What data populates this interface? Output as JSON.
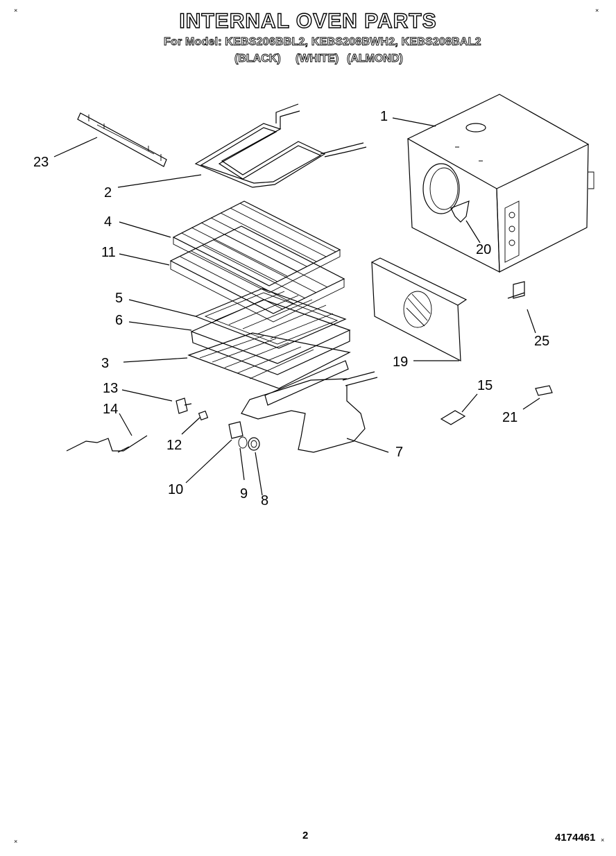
{
  "header": {
    "title": "INTERNAL OVEN PARTS",
    "model_line": "For Model: KEBS206BBL2, KEBS208BWH2, KEBS208BAL2",
    "color_black": "(BLACK)",
    "color_white": "(WHITE)",
    "color_almond": "(ALMOND)"
  },
  "callouts": [
    "1",
    "2",
    "3",
    "4",
    "5",
    "6",
    "7",
    "8",
    "9",
    "10",
    "11",
    "12",
    "13",
    "14",
    "15",
    "19",
    "20",
    "21",
    "23",
    "25"
  ],
  "footer": {
    "page_number": "2",
    "document_number": "4174461"
  },
  "marks": {
    "corner_mark": "×"
  }
}
